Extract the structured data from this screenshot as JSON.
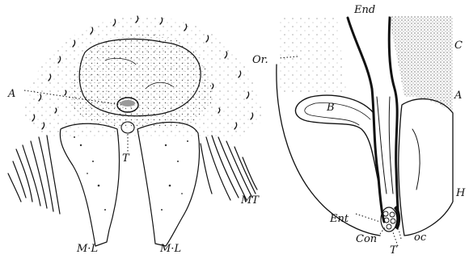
{
  "figure": {
    "left_panel": {
      "labels": {
        "A": "A",
        "T": "T",
        "ML_left": "M·L",
        "ML_right": "M·L",
        "MT": "MT"
      }
    },
    "right_panel": {
      "labels": {
        "End": "End",
        "Or": "Or.",
        "C": "C",
        "B": "B",
        "A": "A",
        "H": "H",
        "Ent": "Ent",
        "Con": "Con",
        "oc": "oc",
        "T": "T"
      }
    },
    "ink_color": "#111111",
    "background_color": "#ffffff"
  }
}
